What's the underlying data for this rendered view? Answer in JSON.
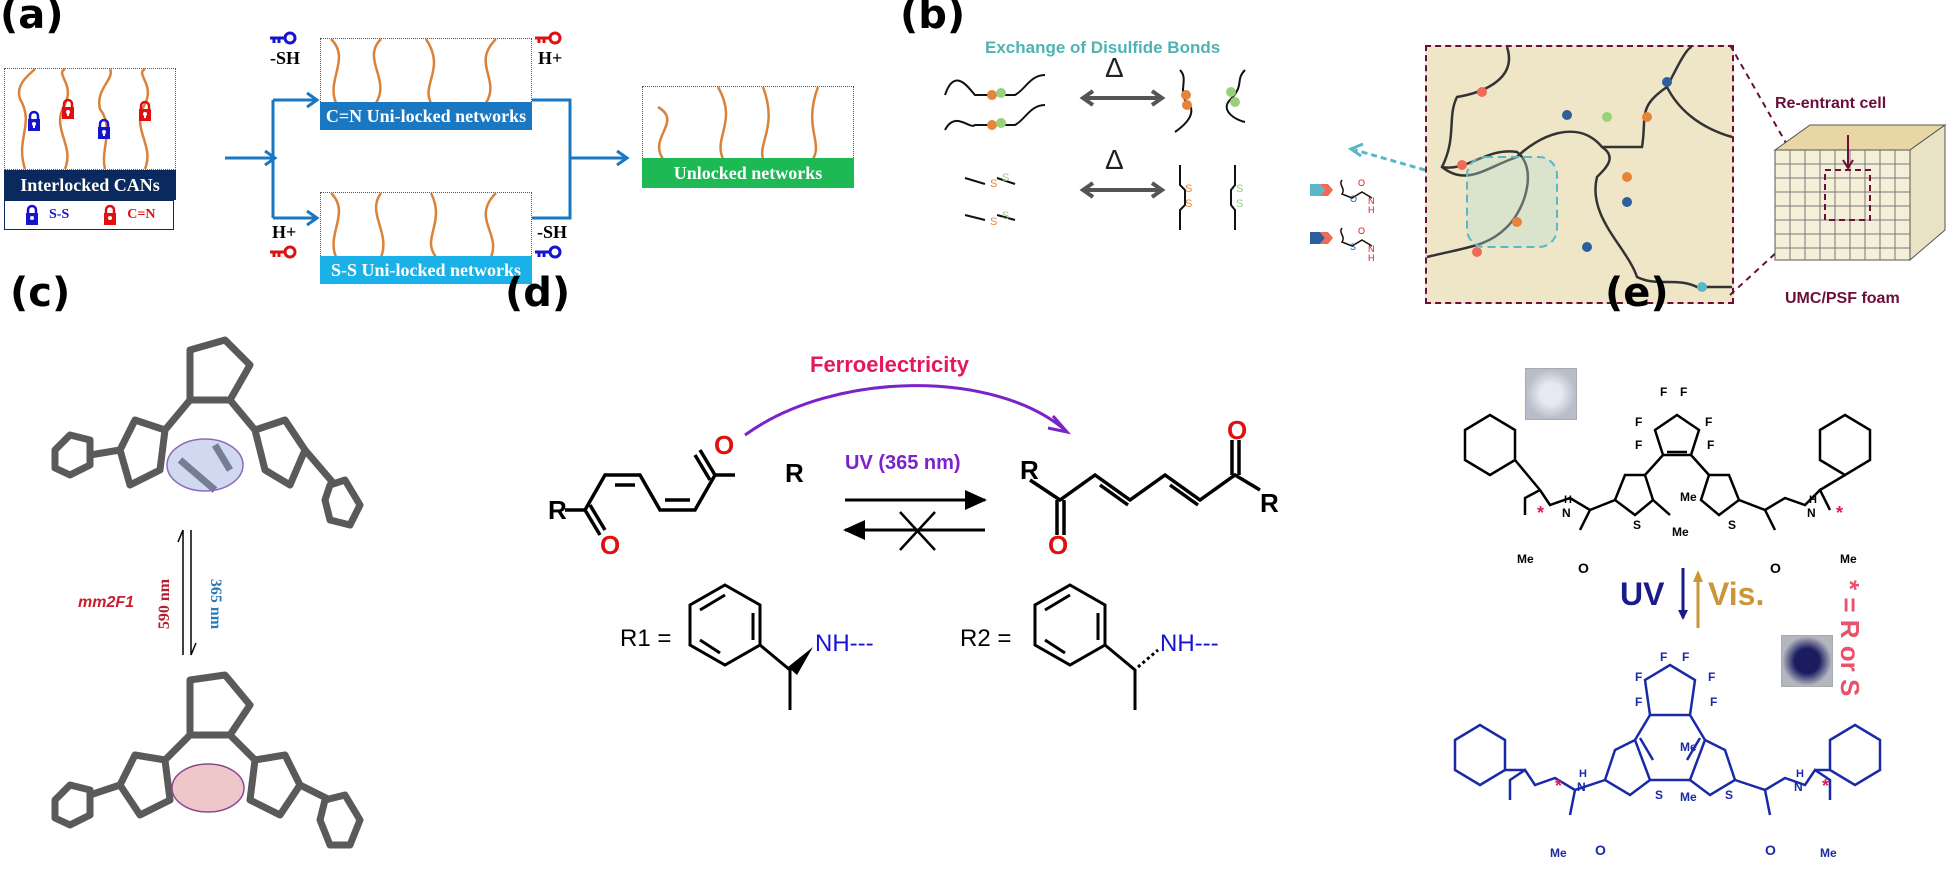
{
  "figure": {
    "panel_labels": [
      "(a)",
      "(b)",
      "(c)",
      "(d)",
      "(e)"
    ]
  },
  "panel_a": {
    "start_box_label": "Interlocked CANs",
    "legend": [
      {
        "label": "S-S",
        "color": "#1515d0"
      },
      {
        "label": "C=N",
        "color": "#e01010"
      }
    ],
    "upper_path": {
      "reagent_in": "-SH",
      "box_label": "C=N Uni-locked networks",
      "reagent_out": "H+"
    },
    "lower_path": {
      "reagent_in": "H+",
      "box_label": "S-S Uni-locked networks",
      "reagent_out": "-SH"
    },
    "end_box_label": "Unlocked networks",
    "colors": {
      "interlocked": "#0a2a5e",
      "cn_uni": "#1a78c2",
      "ss_uni": "#1ab0e8",
      "unlocked": "#1db954",
      "arrow": "#1a78c2",
      "chain": "#d9823a"
    }
  },
  "panel_b": {
    "title": "Exchange of Disulfide Bonds",
    "heat_symbol": "Δ",
    "sulfur_atom": "S",
    "urethane_atoms": {
      "o": "O",
      "nh": "N",
      "h": "H",
      "carbonyl_o": "O"
    },
    "thiourethane_atoms": {
      "s": "S",
      "nh": "N",
      "h": "H",
      "carbonyl_o": "O"
    },
    "cell_label": "Re-entrant cell",
    "foam_label": "UMC/PSF foam",
    "colors": {
      "title": "#4fb3b3",
      "label": "#6b0f3a",
      "network_bg": "#efe6c8"
    }
  },
  "panel_c": {
    "compound": "mm2F1",
    "forward_wavelength": "365 nm",
    "reverse_wavelength": "590 nm"
  },
  "panel_d": {
    "ferro_label": "Ferroelectricity",
    "uv_label": "UV (365 nm)",
    "atoms": {
      "r": "R",
      "o": "O"
    },
    "r1_label": "R1 =",
    "r2_label": "R2 =",
    "nh_label": "NH---"
  },
  "panel_e": {
    "uv_label": "UV",
    "vis_label": "Vis.",
    "stereo_note": "* = R or S",
    "atoms": {
      "f": "F",
      "s": "S",
      "me": "Me",
      "o": "O",
      "n": "N",
      "h": "H",
      "star": "*"
    }
  }
}
